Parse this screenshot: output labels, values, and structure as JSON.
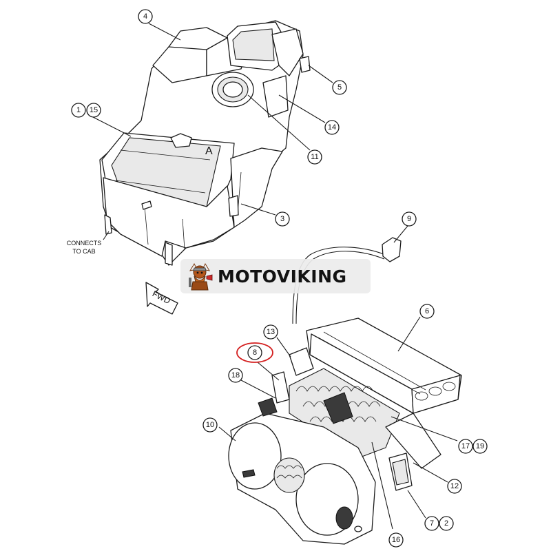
{
  "diagram": {
    "callouts": [
      {
        "id": "c4",
        "label": "4"
      },
      {
        "id": "c5",
        "label": "5"
      },
      {
        "id": "c1",
        "label": "1"
      },
      {
        "id": "c15",
        "label": "15"
      },
      {
        "id": "c14",
        "label": "14"
      },
      {
        "id": "c11",
        "label": "11"
      },
      {
        "id": "c3",
        "label": "3"
      },
      {
        "id": "c9",
        "label": "9"
      },
      {
        "id": "c6",
        "label": "6"
      },
      {
        "id": "c13",
        "label": "13"
      },
      {
        "id": "c8",
        "label": "8"
      },
      {
        "id": "c18",
        "label": "18"
      },
      {
        "id": "c10",
        "label": "10"
      },
      {
        "id": "c17",
        "label": "17"
      },
      {
        "id": "c19",
        "label": "19"
      },
      {
        "id": "c12",
        "label": "12"
      },
      {
        "id": "c7",
        "label": "7"
      },
      {
        "id": "c2",
        "label": "2"
      },
      {
        "id": "c16",
        "label": "16"
      }
    ],
    "highlight_color": "#d42020",
    "view_letter": "A",
    "connects_label_line1": "CONNECTS",
    "connects_label_line2": "TO CAB",
    "fwd_label": "FWD"
  },
  "watermark": {
    "brand": "MOTOVIKING",
    "logo_icon": "viking-mascot-icon"
  }
}
